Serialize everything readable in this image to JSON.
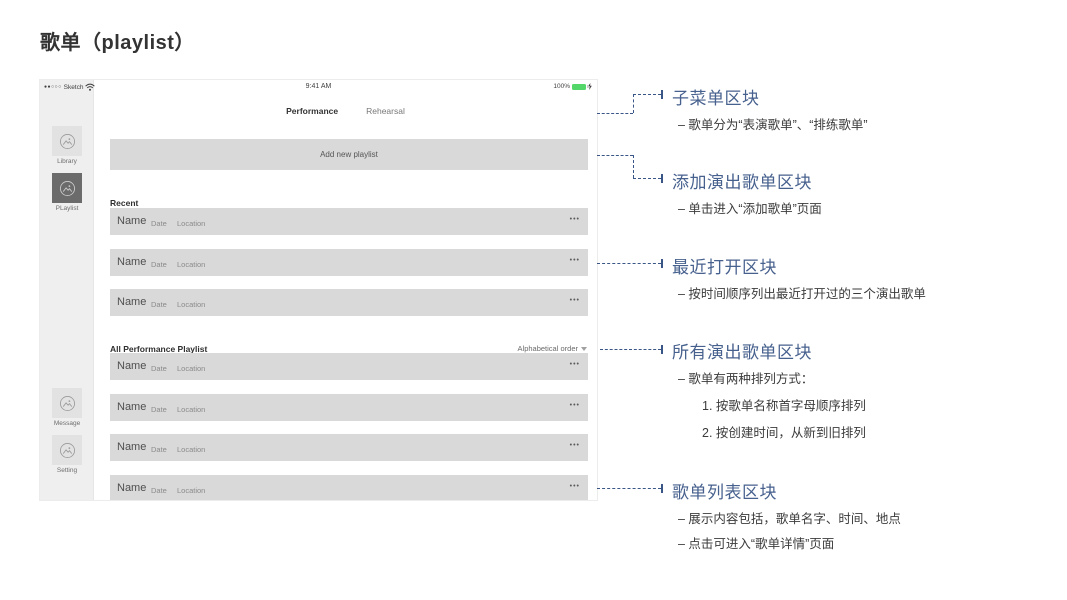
{
  "page": {
    "title": "歌单（playlist）"
  },
  "device": {
    "status_bar": {
      "carrier_dots": "●●○○○",
      "carrier_name": "Sketch",
      "time": "9:41 AM",
      "battery_percent": "100%"
    },
    "sidebar": {
      "items": [
        {
          "label": "Library",
          "active": false
        },
        {
          "label": "PLaylist",
          "active": true
        },
        {
          "label": "Message",
          "active": false
        },
        {
          "label": "Setting",
          "active": false
        }
      ]
    },
    "tabs": [
      {
        "label": "Performance",
        "active": true
      },
      {
        "label": "Rehearsal",
        "active": false
      }
    ],
    "add_button_label": "Add new playlist",
    "recent_section_label": "Recent",
    "all_section_label": "All Performance Playlist",
    "sort_label": "Alphabetical order",
    "row": {
      "name": "Name",
      "date": "Date",
      "location": "Location",
      "more": "•••"
    }
  },
  "annotations": [
    {
      "heading": "子菜单区块",
      "lines": [
        "– 歌单分为“表演歌单”、“排练歌单”"
      ]
    },
    {
      "heading": "添加演出歌单区块",
      "lines": [
        "– 单击进入“添加歌单”页面"
      ]
    },
    {
      "heading": "最近打开区块",
      "lines": [
        "– 按时间顺序列出最近打开过的三个演出歌单"
      ]
    },
    {
      "heading": "所有演出歌单区块",
      "lines": [
        "– 歌单有两种排列方式：",
        "1. 按歌单名称首字母顺序排列",
        "2. 按创建时间，从新到旧排列"
      ]
    },
    {
      "heading": "歌单列表区块",
      "lines": [
        "– 展示内容包括，歌单名字、时间、地点",
        "– 点击可进入“歌单详情”页面"
      ]
    }
  ],
  "colors": {
    "annotation_blue": "#47618e",
    "row_gray": "#d9d9d9",
    "battery_green": "#53d769",
    "sidebar_gray": "#efefef"
  }
}
